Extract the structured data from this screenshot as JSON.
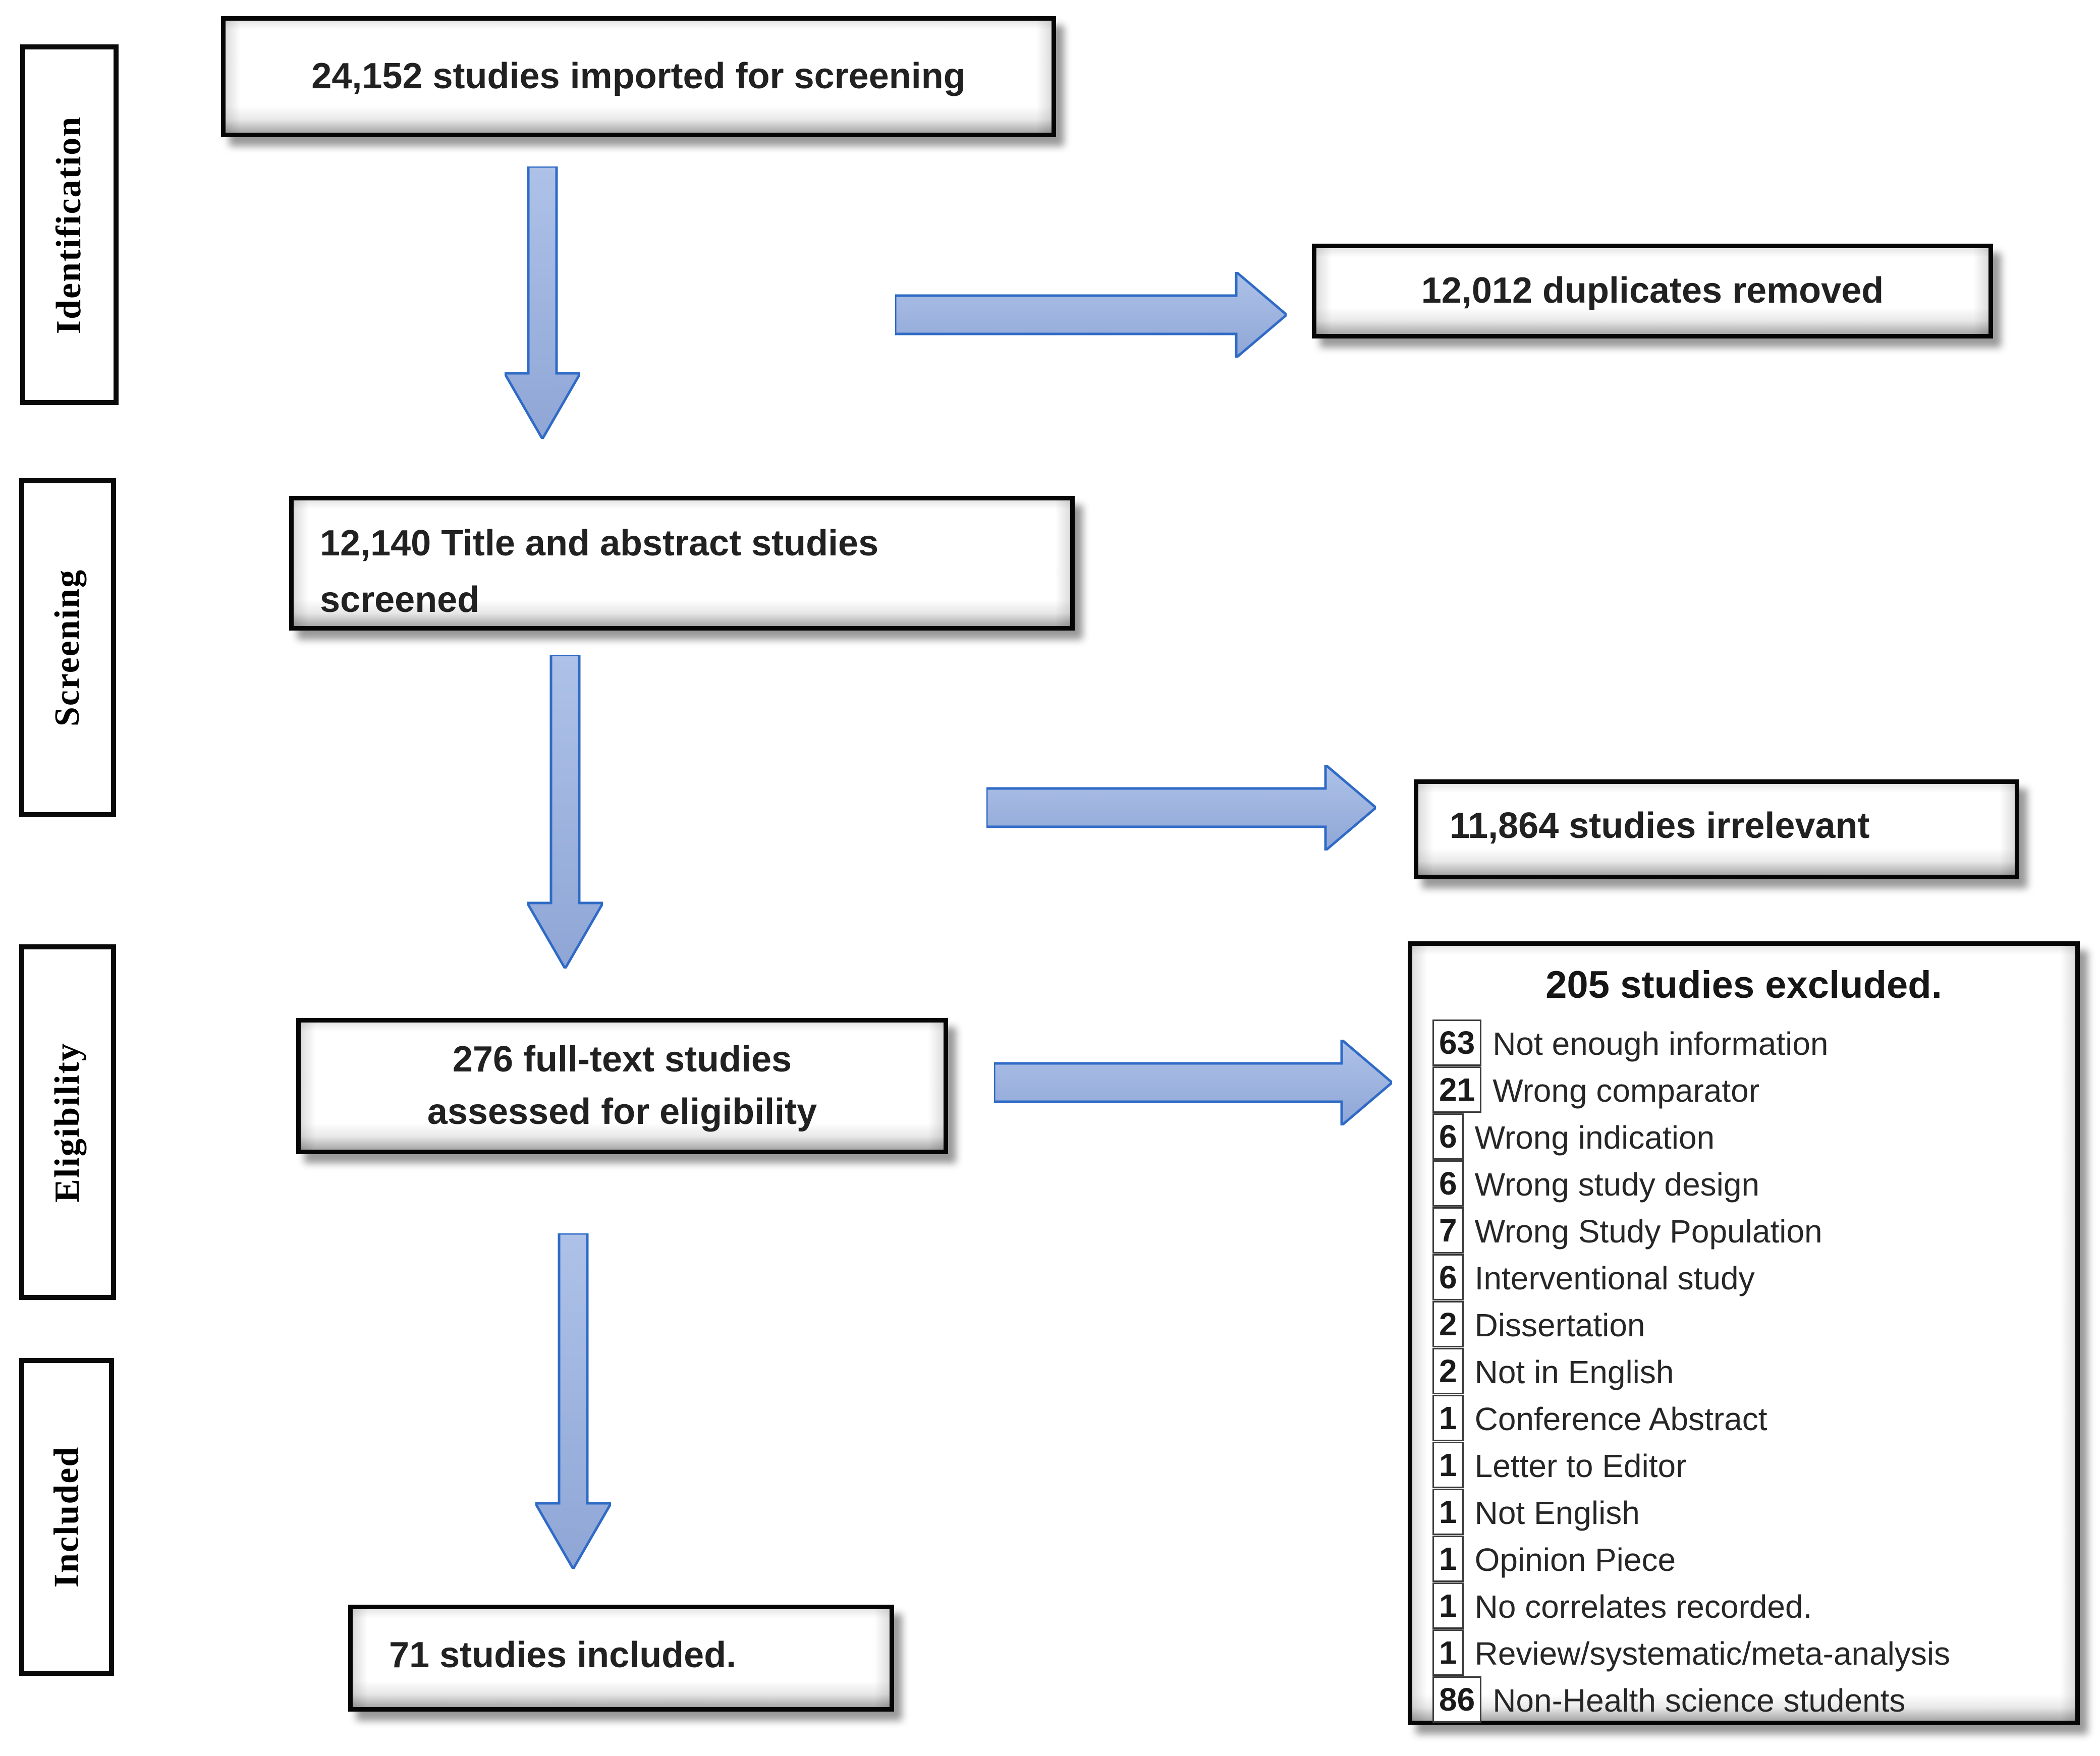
{
  "diagram_title": "study-screening-flow",
  "palette": {
    "arrow_fill_light": "#AEC2E8",
    "arrow_fill_dark": "#8FA6D6",
    "arrow_border": "#2F6BC6",
    "box_border": "#000000",
    "box_fill": "#FFFFFF",
    "text_color": "#212121"
  },
  "sidebar": {
    "items": [
      {
        "label": "Identification"
      },
      {
        "label": "Screening"
      },
      {
        "label": "Eligibility"
      },
      {
        "label": "Included"
      }
    ]
  },
  "flow": {
    "imported": "24,152 studies imported for screening",
    "duplicates": "12,012 duplicates removed",
    "screened": "12,140 Title and abstract studies screened",
    "irrelevant": "11,864 studies irrelevant",
    "fulltext_line1": "276 full-text studies",
    "fulltext_line2": "assessed for eligibility",
    "included": "71 studies included."
  },
  "excluded": {
    "title": "205 studies excluded.",
    "items": [
      {
        "count": "63",
        "reason": "Not enough information"
      },
      {
        "count": "21",
        "reason": "Wrong comparator"
      },
      {
        "count": "6",
        "reason": "Wrong indication"
      },
      {
        "count": "6",
        "reason": "Wrong study design"
      },
      {
        "count": "7",
        "reason": "Wrong Study Population"
      },
      {
        "count": "6",
        "reason": "Interventional study"
      },
      {
        "count": "2",
        "reason": "Dissertation"
      },
      {
        "count": "2",
        "reason": "Not in English"
      },
      {
        "count": "1",
        "reason": "Conference Abstract"
      },
      {
        "count": "1",
        "reason": "Letter to Editor"
      },
      {
        "count": "1",
        "reason": "Not English"
      },
      {
        "count": "1",
        "reason": "Opinion Piece"
      },
      {
        "count": "1",
        "reason": "No correlates recorded."
      },
      {
        "count": "1",
        "reason": "Review/systematic/meta-analysis"
      },
      {
        "count": "86",
        "reason": "Non-Health science students"
      }
    ]
  }
}
